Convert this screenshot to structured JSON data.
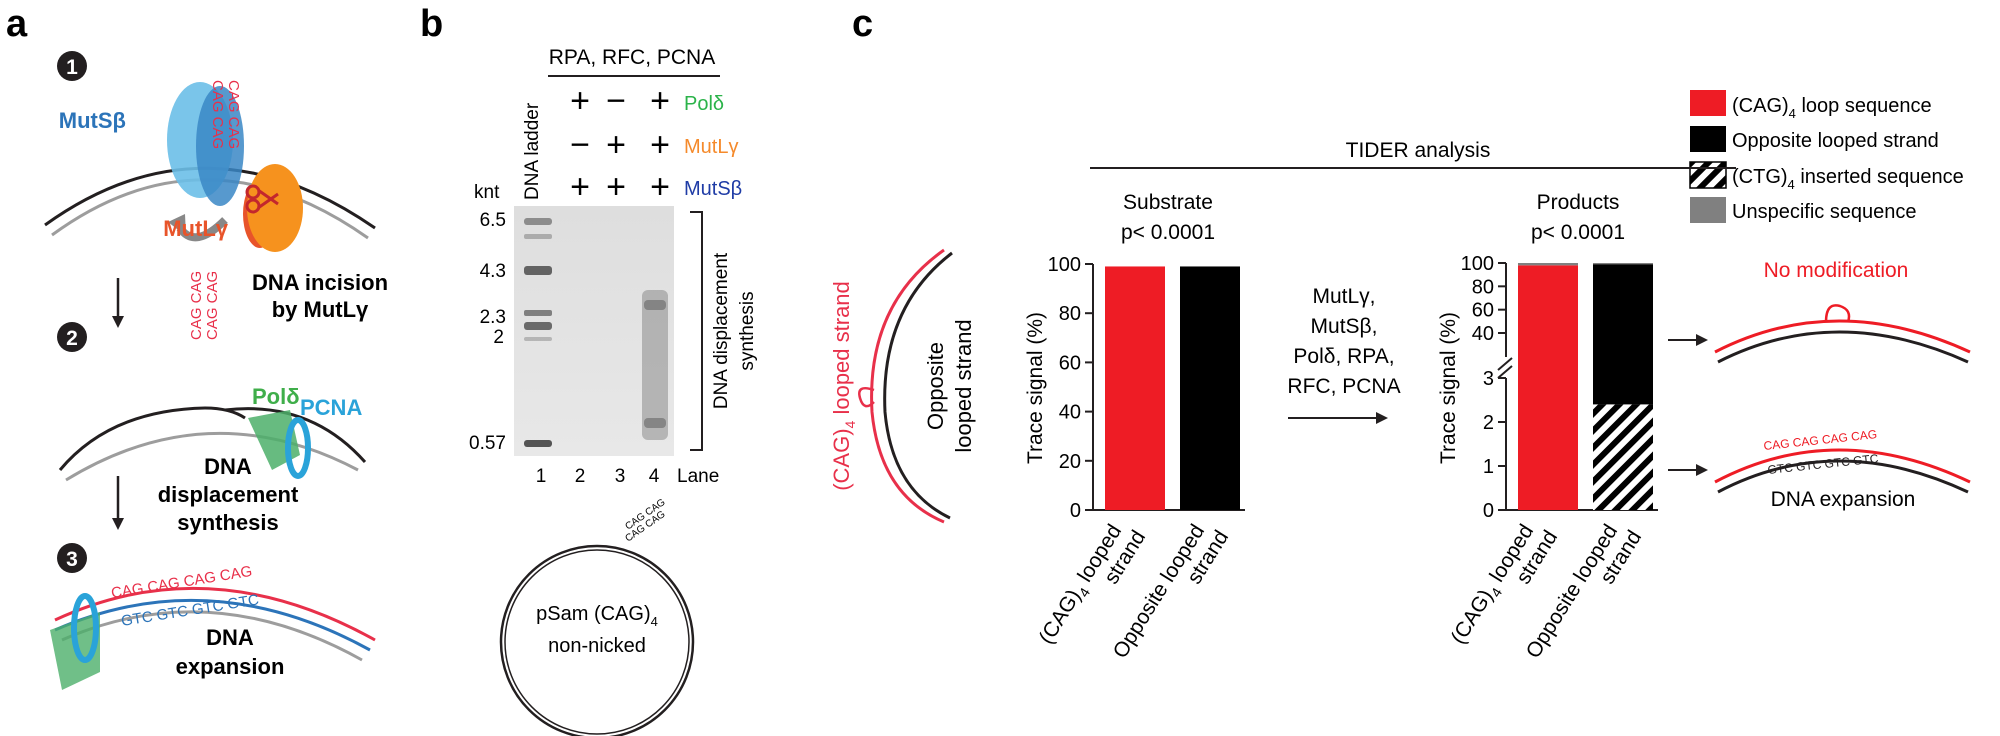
{
  "panel_a": {
    "label": "a",
    "steps": [
      "1",
      "2",
      "3"
    ],
    "mutsb": "MutSβ",
    "mutlg": "MutLγ",
    "incision_line1": "DNA incision",
    "incision_line2": "by MutLγ",
    "loop_seq": [
      "CAG CAG",
      "CAG CAG"
    ],
    "pold": "Polδ",
    "pcna": "PCNA",
    "dsynth_line1": "DNA",
    "dsynth_line2": "displacement",
    "dsynth_line3": "synthesis",
    "top_seq": "CAG CAG CAG CAG",
    "bottom_seq": "GTC GTC GTC GTC",
    "exp_line1": "DNA",
    "exp_line2": "expansion"
  },
  "panel_b": {
    "label": "b",
    "header": "RPA, RFC, PCNA",
    "rows": [
      {
        "name": "Polδ",
        "color": "#2bb34a",
        "signs": [
          "+",
          "−",
          "+"
        ]
      },
      {
        "name": "MutLγ",
        "color": "#f58a2b",
        "signs": [
          "−",
          "+",
          "+"
        ]
      },
      {
        "name": "MutSβ",
        "color": "#1f3ca6",
        "signs": [
          "+",
          "+",
          "+"
        ]
      }
    ],
    "ladder_label": "DNA ladder",
    "unit": "knt",
    "markers": [
      "6.5",
      "4.3",
      "2.3",
      "2",
      "0.57"
    ],
    "lanes": [
      "1",
      "2",
      "3",
      "4"
    ],
    "lane_word": "Lane",
    "bracket_line1": "DNA displacement",
    "bracket_line2": "synthesis",
    "plasmid_line1": "pSam (CAG)",
    "plasmid_sub": "4",
    "plasmid_line2": "non-nicked",
    "plasmid_loop": "CAG CAG"
  },
  "panel_c": {
    "label": "c",
    "tider_title": "TIDER analysis",
    "legend": [
      {
        "label": "(CAG)",
        "sub": "4",
        "rest": " loop sequence",
        "color": "#ee1c25",
        "pattern": "solid"
      },
      {
        "label": "Opposite looped strand",
        "sub": "",
        "rest": "",
        "color": "#000000",
        "pattern": "solid"
      },
      {
        "label": "(CTG)",
        "sub": "4",
        "rest": " inserted sequence",
        "color": "#000000",
        "pattern": "hatch"
      },
      {
        "label": "Unspecific sequence",
        "sub": "",
        "rest": "",
        "color": "#808080",
        "pattern": "solid"
      }
    ],
    "left_diagram": {
      "red_label": "(CAG)",
      "red_sub": "4",
      "red_rest": " looped strand",
      "black_line1": "Opposite",
      "black_line2": "looped strand"
    },
    "reaction": [
      "MutLγ,",
      "MutSβ,",
      "Polδ, RPA,",
      "RFC, PCNA"
    ],
    "right_top": "No modification",
    "right_seq_top": "CAG CAG CAG CAG",
    "right_seq_bottom": "GTC GTC GTC GTC",
    "right_bottom": "DNA expansion",
    "cat_labels": [
      {
        "line1_pre": "(CAG)",
        "line1_sub": "4",
        "line1_post": " looped",
        "line2": "strand"
      },
      {
        "line1_pre": "Opposite looped",
        "line1_sub": "",
        "line1_post": "",
        "line2": "strand"
      }
    ]
  },
  "chart_data": [
    {
      "type": "bar",
      "title": "Substrate",
      "subtitle": "p< 0.0001",
      "ylabel": "Trace signal (%)",
      "ylim": [
        0,
        100
      ],
      "yticks": [
        0,
        20,
        40,
        60,
        80,
        100
      ],
      "categories": [
        "(CAG)4 looped strand",
        "Opposite looped strand"
      ],
      "series": [
        {
          "name": "(CAG)4 loop sequence",
          "color": "#ee1c25",
          "values": [
            99,
            0
          ]
        },
        {
          "name": "Opposite looped strand",
          "color": "#000000",
          "values": [
            0,
            99
          ]
        }
      ]
    },
    {
      "type": "bar",
      "stacked": true,
      "broken_axis": true,
      "title": "Products",
      "subtitle": "p< 0.0001",
      "ylabel": "Trace signal (%)",
      "yticks_lower": [
        0,
        1,
        2,
        3
      ],
      "yticks_upper": [
        40,
        60,
        80,
        100
      ],
      "categories": [
        "(CAG)4 looped strand",
        "Opposite looped strand"
      ],
      "series": [
        {
          "name": "(CAG)4 loop sequence",
          "color": "#ee1c25",
          "values": [
            98,
            0
          ]
        },
        {
          "name": "(CTG)4 inserted sequence",
          "color": "#000000",
          "pattern": "hatch",
          "values": [
            0,
            2.4
          ]
        },
        {
          "name": "Opposite looped strand",
          "color": "#000000",
          "values": [
            0,
            96.6
          ]
        },
        {
          "name": "Unspecific sequence",
          "color": "#808080",
          "values": [
            2,
            1
          ]
        }
      ]
    }
  ]
}
